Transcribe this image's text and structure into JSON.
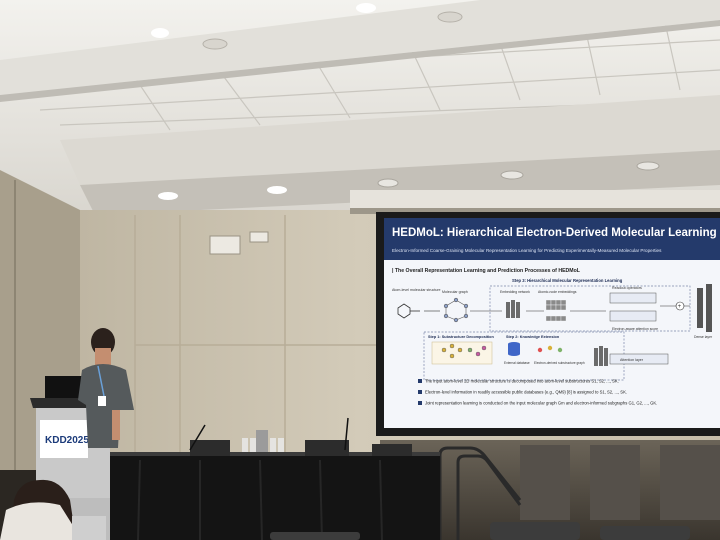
{
  "slide": {
    "title": "HEDMoL: Hierarchical Electron-Derived Molecular Learning",
    "subtitle": "Electron-Informed Coarse-Graining Molecular Representation Learning for Predicting Experimentally-Measured Molecular Properties",
    "section_heading": "| The Overall Representation Learning and Prediction Processes of HEDMoL",
    "step3_label": "Step 3: Hierarchical Molecular Representation Learning",
    "step1_label": "Step 1: Substructure Decomposition",
    "step2_label": "Step 2: Knowledge Extension",
    "diagram_labels": {
      "input_structure": "Atom-level molecular structure",
      "molecular_graph": "Molecular graph",
      "embedding_network": "Embedding network",
      "atomic_embeddings": "Atomic-node embeddings",
      "readout": "Readout operators",
      "electron_aware": "Electron-aware attention score",
      "dense_layer": "Dense layer",
      "external_db": "External database",
      "electron_graph": "Electron-derived substructure graph",
      "attention_layer": "Attention layer"
    },
    "bullets": [
      "The input atom-level 2D molecular structure is decomposed into atom-level substructures S1, S2, ..., SK.",
      "Electron-level information in readily accessible public databases (e.g., QM9) [8] is assigned to S1, S2, ..., SK.",
      "Joint representation learning is conducted on the input molecular graph Gm and electron-informed subgraphs G1, G2, ..., GK."
    ]
  },
  "podium": {
    "logo_text": "KDD2025"
  },
  "colors": {
    "screen_bg": "#f4f6fa",
    "slide_header": "#243a6b",
    "wall": "#cfc7b6",
    "ceiling": "#e9e7e2",
    "table_cloth": "#141414"
  }
}
